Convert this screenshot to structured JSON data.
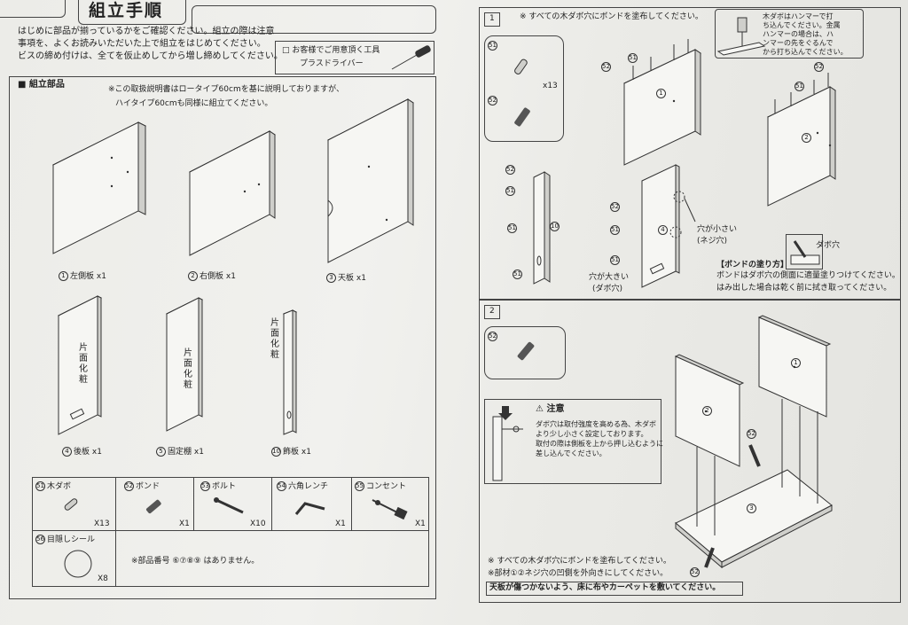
{
  "header": {
    "title": "組立手順",
    "intro_line1": "はじめに部品が揃っているかをご確認ください。組立の際は注意",
    "intro_line2": "事項を、よくお読みいただいた上で組立をはじめてください。",
    "intro_line3": "ビスの締め付けは、全てを仮止めしてから増し締めしてください。",
    "tools_line1": "□ お客様でご用意頂く工具",
    "tools_line2": "プラスドライバー"
  },
  "parts": {
    "heading": "■ 組立部品",
    "note_line1": "※この取扱説明書はロータイプ60cmを基に説明しておりますが、",
    "note_line2": "ハイタイプ60cmも同様に組立てください。",
    "boards": [
      {
        "num": "1",
        "label": "左側板",
        "qty": "x1"
      },
      {
        "num": "2",
        "label": "右側板",
        "qty": "x1"
      },
      {
        "num": "3",
        "label": "天板",
        "qty": "x1"
      },
      {
        "num": "4",
        "label": "後板",
        "qty": "x1"
      },
      {
        "num": "5",
        "label": "固定棚",
        "qty": "x1"
      },
      {
        "num": "10",
        "label": "飾板",
        "qty": "x1"
      }
    ],
    "finish_label": "片面化粧",
    "hardware": [
      {
        "num": "51",
        "label": "木ダボ",
        "qty": "X13"
      },
      {
        "num": "52",
        "label": "ボンド",
        "qty": "X1"
      },
      {
        "num": "53",
        "label": "ボルト",
        "qty": "X10"
      },
      {
        "num": "54",
        "label": "六角レンチ",
        "qty": "X1"
      },
      {
        "num": "55",
        "label": "コンセント",
        "qty": "X1"
      },
      {
        "num": "56",
        "label": "目隠しシール",
        "qty": "X8"
      }
    ],
    "missing_note": "※部品番号 ⑥⑦⑧⑨ はありません。"
  },
  "step1": {
    "num": "1",
    "instruction": "※ すべての木ダボ穴にボンドを塗布してください。",
    "hammer_note": [
      "木ダボはハンマーで打",
      "ち込んでください。金属",
      "ハンマーの場合は、ハ",
      "ンマーの先をぐるんで",
      "から打ち込んでください。"
    ],
    "kit_qty": "x13",
    "labels": {
      "51": "51",
      "52": "52",
      "p1": "1",
      "p2": "2",
      "p4": "4",
      "p10": "10"
    },
    "small_hole": [
      "穴が小さい",
      "(ネジ穴)"
    ],
    "large_hole": [
      "穴が大きい",
      "(ダボ穴)"
    ],
    "dowel_hole": "ダボ穴",
    "bond_title": "【ボンドの塗り方】",
    "bond_line1": "ボンドはダボ穴の側面に適量塗りつけてください。",
    "bond_line2": "はみ出した場合は乾く前に拭き取ってください。"
  },
  "step2": {
    "num": "2",
    "caution_title": "⚠ 注意",
    "caution_lines": [
      "ダボ穴は取付強度を高める為、木ダボ",
      "より少し小さく設定しております。",
      "取付の際は側板を上から押し込むように",
      "差し込んでください。"
    ],
    "note1": "※ すべての木ダボ穴にボンドを塗布してください。",
    "note2": "※部材①②ネジ穴の凹側を外向きにしてください。",
    "warning": "天板が傷つかないよう、床に布やカーペットを敷いてください。",
    "labels": {
      "p1": "1",
      "p2": "2",
      "p3": "3",
      "b52": "52"
    }
  }
}
